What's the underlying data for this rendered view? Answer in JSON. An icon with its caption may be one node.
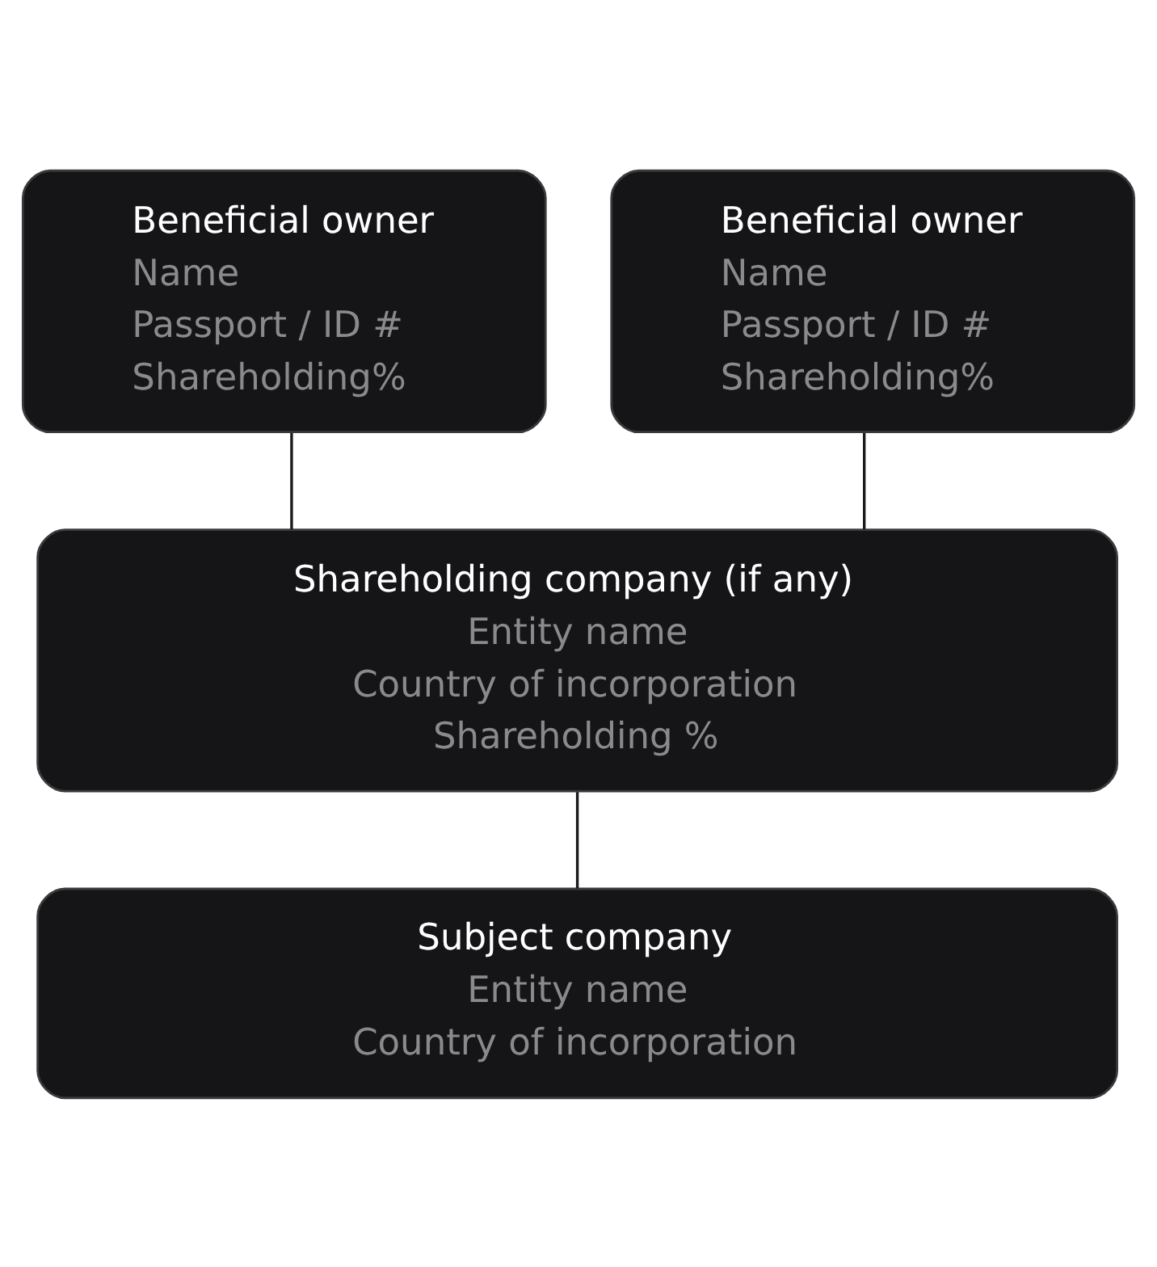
{
  "diagram": {
    "nodes": [
      {
        "text": [
          "Beneficial owner",
          "Name",
          "Passport / ID #",
          "Shareholding%"
        ]
      },
      {
        "text": [
          "Beneficial owner",
          "Name",
          "Passport / ID #",
          "Shareholding%"
        ]
      },
      {
        "text": [
          "Shareholding company (if any)",
          "Entity name",
          "Country of incorporation",
          "Shareholding %"
        ]
      },
      {
        "text": [
          "Subject company",
          "Entity name",
          "Country of incorporation"
        ]
      }
    ],
    "edges": [
      {
        "from": 0,
        "to": 2,
        "arrow": "none"
      },
      {
        "from": 1,
        "to": 2,
        "arrow": "none"
      },
      {
        "from": 2,
        "to": 3,
        "arrow": "none"
      }
    ]
  }
}
